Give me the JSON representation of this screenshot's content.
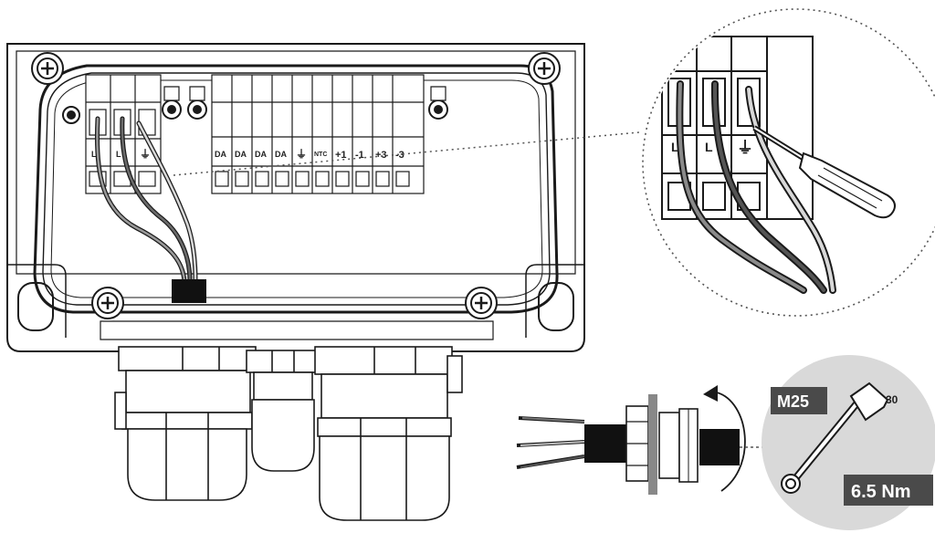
{
  "terminals": {
    "left_group": [
      "L",
      "L",
      "⏚"
    ],
    "right_group": [
      "DA",
      "DA",
      "DA",
      "DA",
      "⏚",
      "NTC",
      "+1",
      "-1",
      "+3",
      "-3"
    ]
  },
  "zoom_terminals": [
    "L",
    "L",
    "⏚"
  ],
  "gland_spec": {
    "thread": "M25",
    "wrench_size": "30",
    "torque": "6.5 Nm"
  },
  "colors": {
    "line": "#1a1a1a",
    "wire_dark": "#3a3a3a",
    "wire_mid": "#6b6b6b",
    "wire_light": "#9a9a9a",
    "tag_bg": "#4a4a4a",
    "zoom_bg": "#d9d9d9"
  }
}
